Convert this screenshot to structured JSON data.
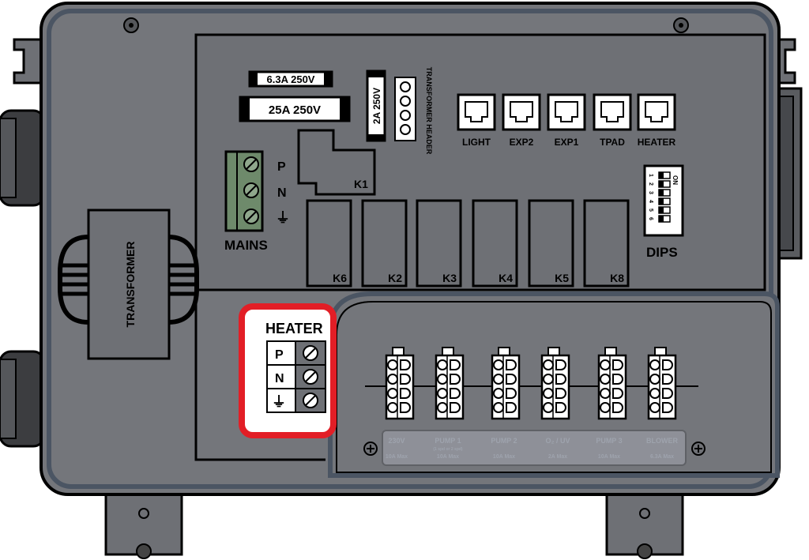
{
  "diagram": {
    "fuses": {
      "fuse_small": "6.3A 250V",
      "fuse_large": "25A  250V",
      "fuse_vertical": "2A 250V"
    },
    "transformer_header": "TRANSFORMER HEADER",
    "ports": [
      "LIGHT",
      "EXP2",
      "EXP1",
      "TPAD",
      "HEATER"
    ],
    "mains": {
      "label": "MAINS",
      "terminals": [
        "P",
        "N",
        "⏚"
      ]
    },
    "relays": {
      "k1": "K1",
      "bottom": [
        "K6",
        "K2",
        "K3",
        "K4",
        "K5",
        "K8"
      ]
    },
    "dips": {
      "label": "DIPS",
      "on_label": "ON",
      "numbers": [
        "1",
        "2",
        "3",
        "4",
        "5",
        "6"
      ]
    },
    "transformer_label": "TRANSFORMER",
    "heater": {
      "title": "HEATER",
      "terminals": [
        "P",
        "N",
        "⏚"
      ],
      "highlight_color": "#e21e26"
    },
    "outputs": [
      {
        "name": "230V",
        "sub": "",
        "rating": "10A Max"
      },
      {
        "name": "PUMP 1",
        "sub": "(1 spd or 2 spd)",
        "rating": "10A Max"
      },
      {
        "name": "PUMP 2",
        "sub": "",
        "rating": "10A Max"
      },
      {
        "name": "O₂ / UV",
        "sub": "",
        "rating": "2A Max"
      },
      {
        "name": "PUMP 3",
        "sub": "",
        "rating": "10A Max"
      },
      {
        "name": "BLOWER",
        "sub": "",
        "rating": "6.3A Max"
      }
    ],
    "colors": {
      "enclosure": "#74767b",
      "trim": "#4b5563",
      "terminal_green": "#6e8a6b",
      "highlight": "#e21e26"
    }
  }
}
